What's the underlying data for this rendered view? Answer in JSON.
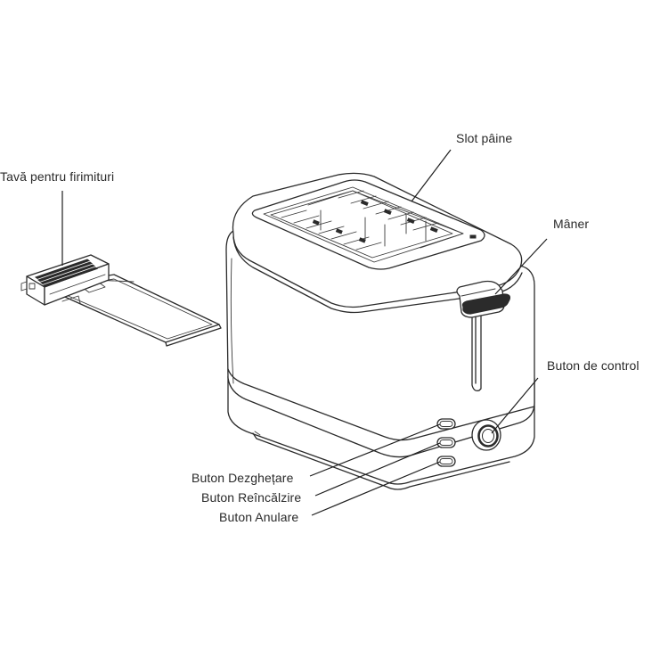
{
  "labels": {
    "crumb_tray": "Tavă pentru firimituri",
    "bread_slot": "Slot pâine",
    "lever": "Mâner",
    "control_knob": "Buton de control",
    "defrost_button": "Buton Dezghețare",
    "reheat_button": "Buton Reîncălzire",
    "cancel_button": "Buton Anulare"
  }
}
